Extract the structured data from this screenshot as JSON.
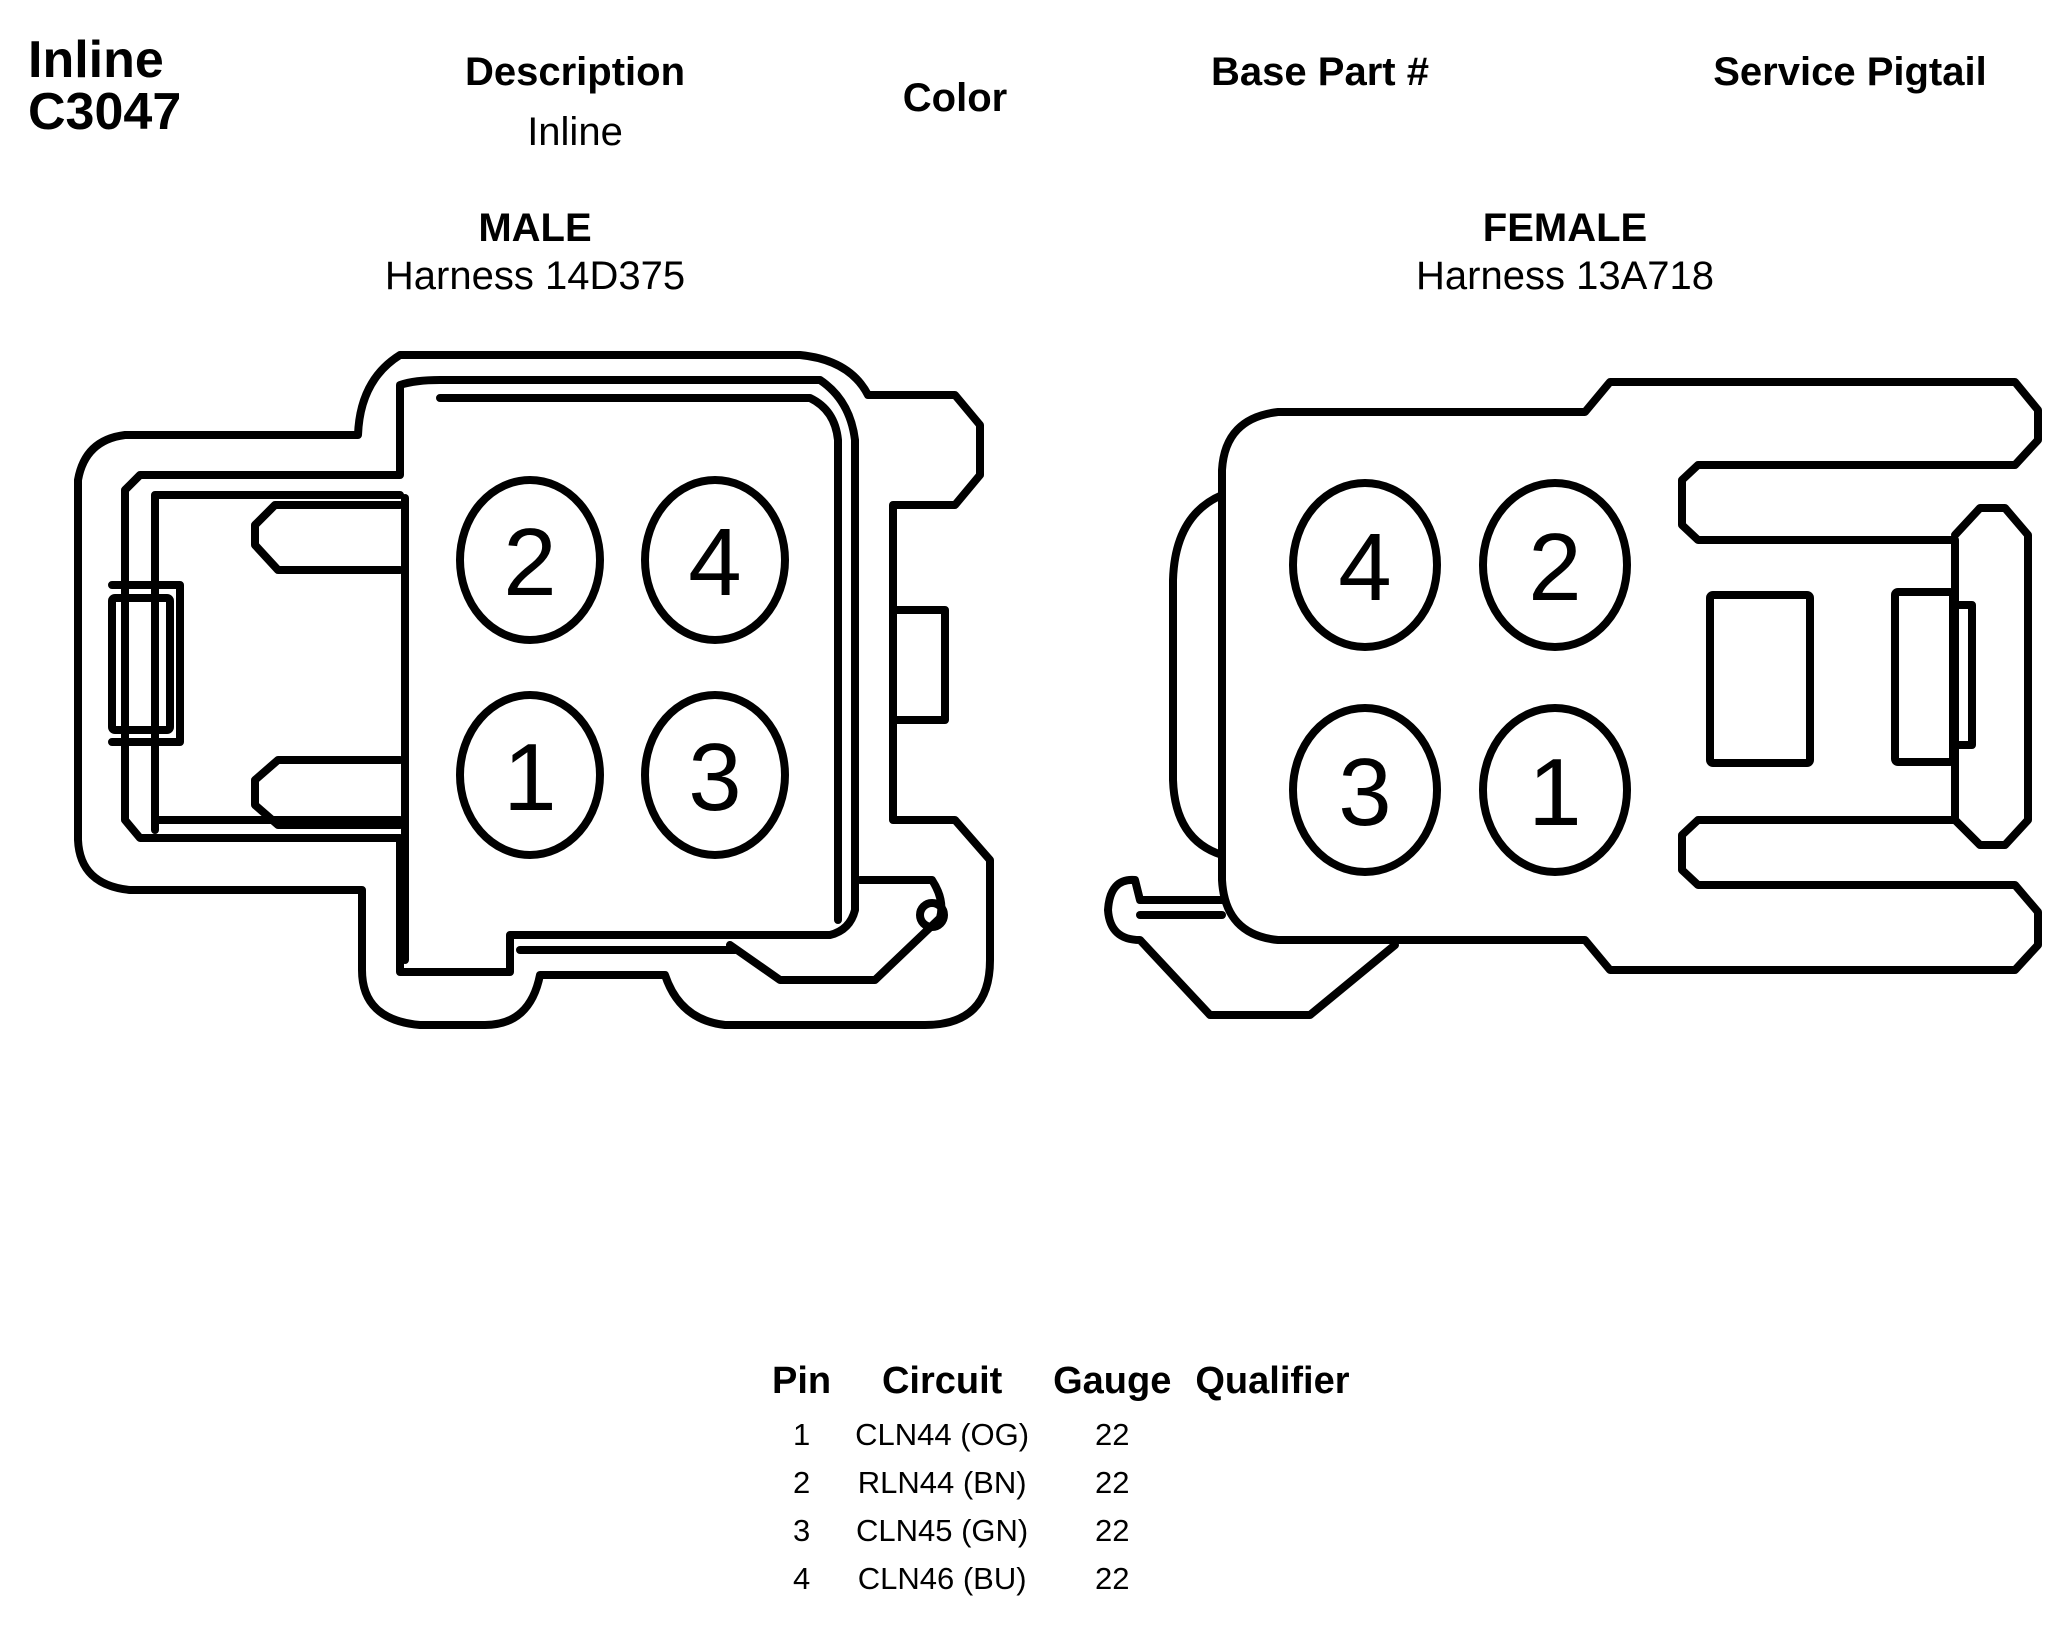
{
  "header": {
    "title_line1": "Inline",
    "title_line2": "C3047",
    "description_label": "Description",
    "description_value": "Inline",
    "color_label": "Color",
    "base_part_label": "Base Part #",
    "service_pigtail_label": "Service Pigtail"
  },
  "male": {
    "title": "MALE",
    "harness": "Harness 14D375",
    "pins": [
      "2",
      "4",
      "1",
      "3"
    ]
  },
  "female": {
    "title": "FEMALE",
    "harness": "Harness 13A718",
    "pins": [
      "4",
      "2",
      "3",
      "1"
    ]
  },
  "pin_table": {
    "headers": [
      "Pin",
      "Circuit",
      "Gauge",
      "Qualifier"
    ],
    "rows": [
      {
        "pin": "1",
        "circuit": "CLN44 (OG)",
        "gauge": "22",
        "qualifier": ""
      },
      {
        "pin": "2",
        "circuit": "RLN44 (BN)",
        "gauge": "22",
        "qualifier": ""
      },
      {
        "pin": "3",
        "circuit": "CLN45 (GN)",
        "gauge": "22",
        "qualifier": ""
      },
      {
        "pin": "4",
        "circuit": "CLN46 (BU)",
        "gauge": "22",
        "qualifier": ""
      }
    ]
  }
}
